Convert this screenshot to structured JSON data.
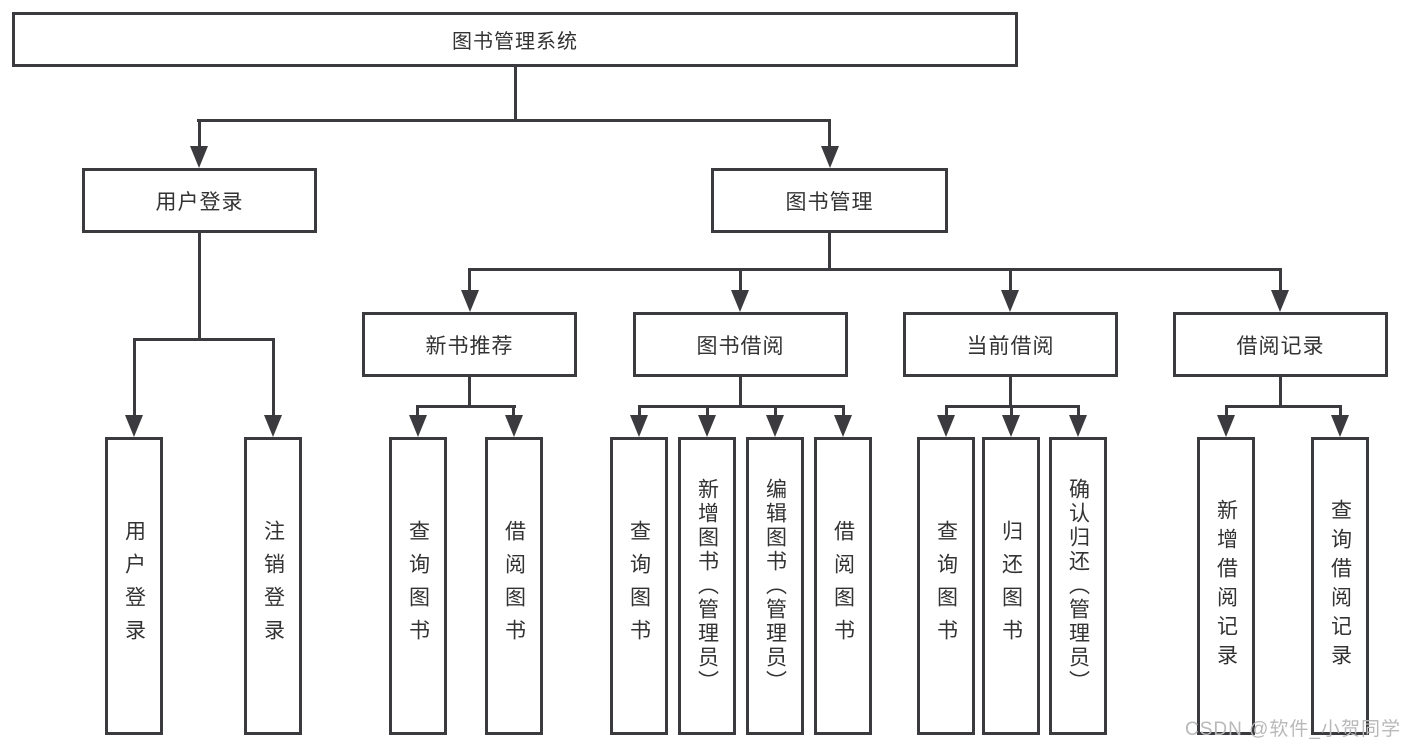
{
  "diagram": {
    "root": {
      "label": "图书管理系统"
    },
    "level2": {
      "user_login": {
        "label": "用户登录"
      },
      "book_management": {
        "label": "图书管理"
      }
    },
    "level3": {
      "new_book": {
        "label": "新书推荐"
      },
      "book_borrow": {
        "label": "图书借阅"
      },
      "current_borrow": {
        "label": "当前借阅"
      },
      "borrow_record": {
        "label": "借阅记录"
      }
    },
    "leaves": {
      "user_login": [
        "用户登录",
        "注销登录"
      ],
      "new_book": [
        "查询图书",
        "借阅图书"
      ],
      "book_borrow": [
        "查询图书",
        "新增图书（管理员）",
        "编辑图书（管理员）",
        "借阅图书"
      ],
      "current_borrow": [
        "查询图书",
        "归还图书",
        "确认归还（管理员）"
      ],
      "borrow_record": [
        "新增借阅记录",
        "查询借阅记录"
      ]
    },
    "watermark": "CSDN @软件_小贺同学",
    "colors": {
      "line": "#3b3b3f",
      "text": "#333333",
      "watermark": "#b9b9b9",
      "background": "#ffffff"
    }
  }
}
